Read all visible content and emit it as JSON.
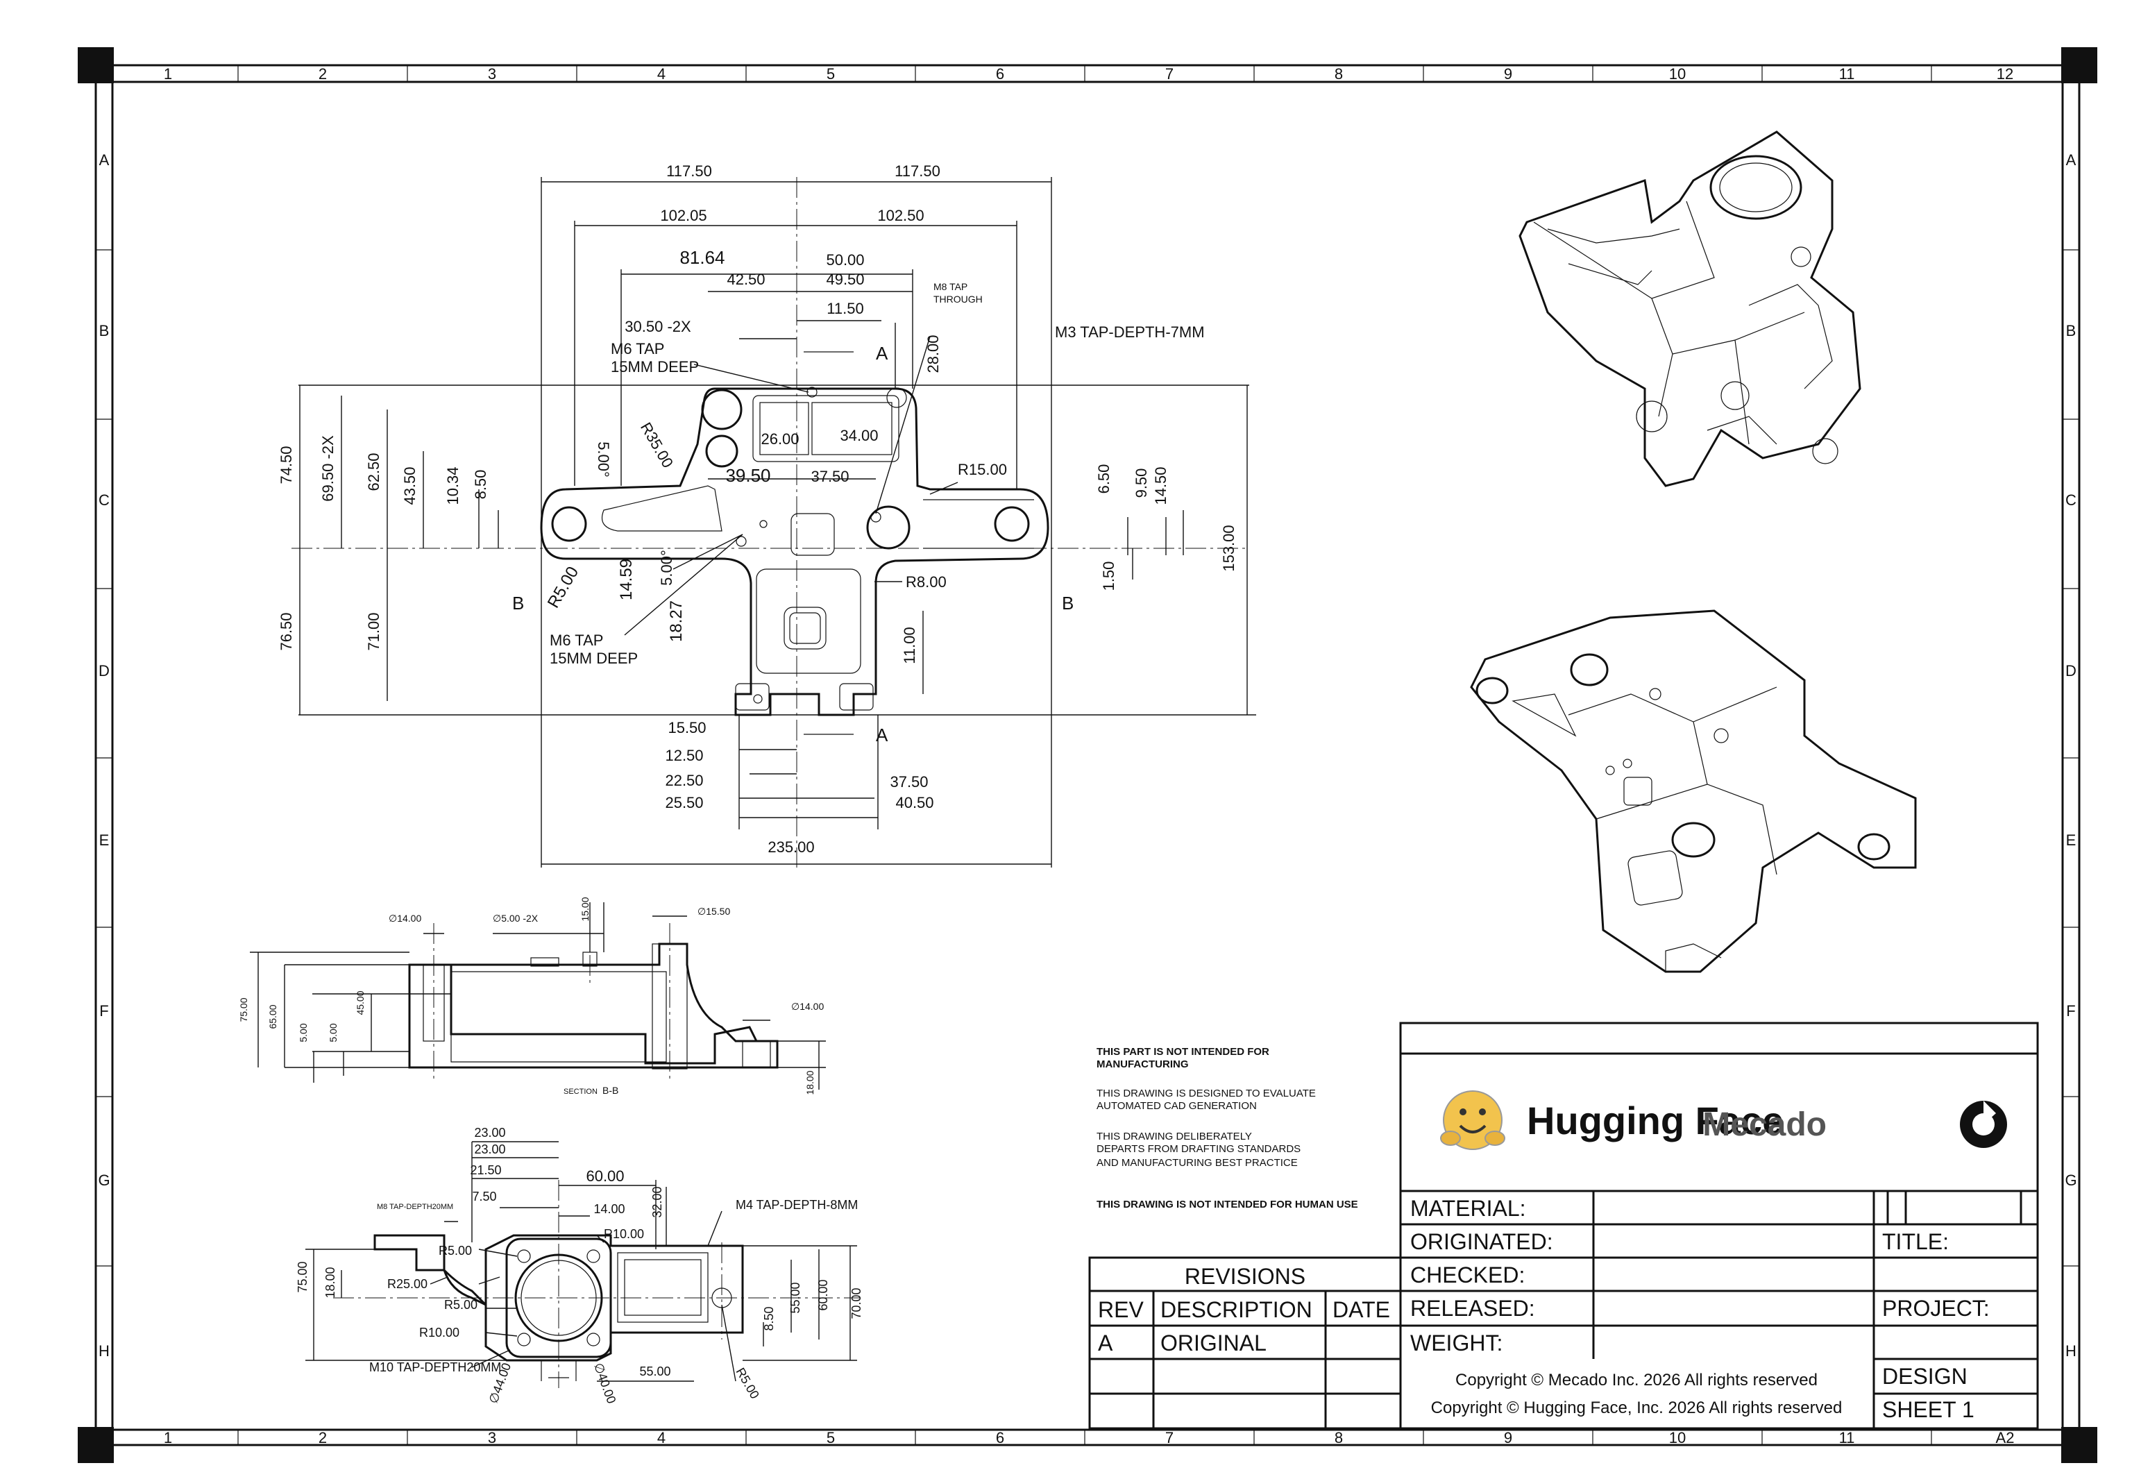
{
  "zones": {
    "columns": [
      "1",
      "2",
      "3",
      "4",
      "5",
      "6",
      "7",
      "8",
      "9",
      "10",
      "11",
      "12"
    ],
    "rows": [
      "A",
      "B",
      "C",
      "D",
      "E",
      "F",
      "G",
      "H"
    ],
    "sheet_size": "A2"
  },
  "front_view": {
    "dims": {
      "d117a": "117.50",
      "d117b": "117.50",
      "d102a": "102.05",
      "d102b": "102.50",
      "d81": "81.64",
      "d50": "50.00",
      "d42": "42.50",
      "d49": "49.50",
      "d11": "11.50",
      "d30": "30.50  -2X",
      "d28": "28.00",
      "d74": "74.50",
      "d69": "69.50  -2X",
      "d62": "62.50",
      "d43": "43.50",
      "d10": "10.34",
      "d8": "8.50",
      "d26": "26.00",
      "d34": "34.00",
      "d39": "39.50",
      "d37": "37.50",
      "r35": "R35.00",
      "a5": "5.00°",
      "r15": "R15.00",
      "d6": "6.50",
      "d9": "9.50",
      "d14b": "14.50",
      "d153": "153.00",
      "d1": "1.50",
      "r8": "R8.00",
      "r5": "R5.00",
      "d1459": "14.59",
      "a5b": "5.00°",
      "d1827": "18.27",
      "d76": "76.50",
      "d71": "71.00",
      "d11v": "11.00",
      "d15": "15.50",
      "d12": "12.50",
      "d22": "22.50",
      "d25": "25.50",
      "d37b": "37.50",
      "d40": "40.50",
      "d235": "235.00"
    },
    "notes": {
      "m8_line1": "M8 TAP",
      "m8_line2": "THROUGH",
      "m6a_line1": "M6 TAP",
      "m6a_line2": "15MM DEEP",
      "m3": "M3 TAP-DEPTH-7MM",
      "m6b_line1": "M6 TAP",
      "m6b_line2": "15MM DEEP"
    },
    "section_marks": {
      "a_top": "A",
      "a_bottom": "A",
      "b_left": "B",
      "b_right": "B"
    }
  },
  "section_view": {
    "title_prefix": "SECTION",
    "title_id": "B-B",
    "dims": {
      "dia14a": "∅14.00",
      "dia5": "∅5.00  -2X",
      "d15": "15.00",
      "dia15": "∅15.50",
      "d75": "75.00",
      "d65": "65.00",
      "d45": "45.00",
      "d5a": "5.00",
      "d5b": "5.00",
      "dia14b": "∅14.00",
      "d18": "18.00"
    }
  },
  "side_view": {
    "dims": {
      "d23a": "23.00",
      "d23b": "23.00",
      "d21": "21.50",
      "d60": "60.00",
      "m8": "M8 TAP-DEPTH20MM",
      "d7": "7.50",
      "d14": "14.00",
      "d32": "32.00",
      "m4": "M4 TAP-DEPTH-8MM",
      "r10a": "R10.00",
      "r5a": "R5.00",
      "d75": "75.00",
      "d18": "18.00",
      "r25": "R25.00",
      "r5b": "R5.00",
      "r10b": "R10.00",
      "d8": "8.50",
      "d55a": "55.00",
      "d60b": "60.00",
      "d70": "70.00",
      "m10": "M10 TAP-DEPTH20MM",
      "dia44": "∅44.00",
      "dia40": "∅40.00",
      "d55b": "55.00",
      "r5c": "R5.00"
    }
  },
  "notes": {
    "n1_l1": "THIS PART IS NOT INTENDED FOR",
    "n1_l2": "MANUFACTURING",
    "n2_l1": "THIS DRAWING IS DESIGNED TO EVALUATE",
    "n2_l2": "AUTOMATED CAD GENERATION",
    "n3_l1": "THIS DRAWING DELIBERATELY",
    "n3_l2": "DEPARTS FROM DRAFTING STANDARDS",
    "n3_l3": "AND MANUFACTURING BEST PRACTICE",
    "n4": "THIS DRAWING IS NOT INTENDED FOR HUMAN USE"
  },
  "title_block": {
    "brand_left": "Hugging Face",
    "brand_right": "Mecado",
    "material": "MATERIAL:",
    "originated": "ORIGINATED:",
    "checked": "CHECKED:",
    "released": "RELEASED:",
    "weight": "WEIGHT:",
    "title": "TITLE:",
    "project": "PROJECT:",
    "design": "DESIGN",
    "sheet": "SHEET 1",
    "copyright1": "Copyright © Mecado Inc. 2026 All rights reserved",
    "copyright2": "Copyright © Hugging Face, Inc. 2026 All rights reserved"
  },
  "revisions": {
    "heading": "REVISIONS",
    "col_rev": "REV",
    "col_desc": "DESCRIPTION",
    "col_date": "DATE",
    "row_rev": "A",
    "row_desc": "ORIGINAL"
  }
}
